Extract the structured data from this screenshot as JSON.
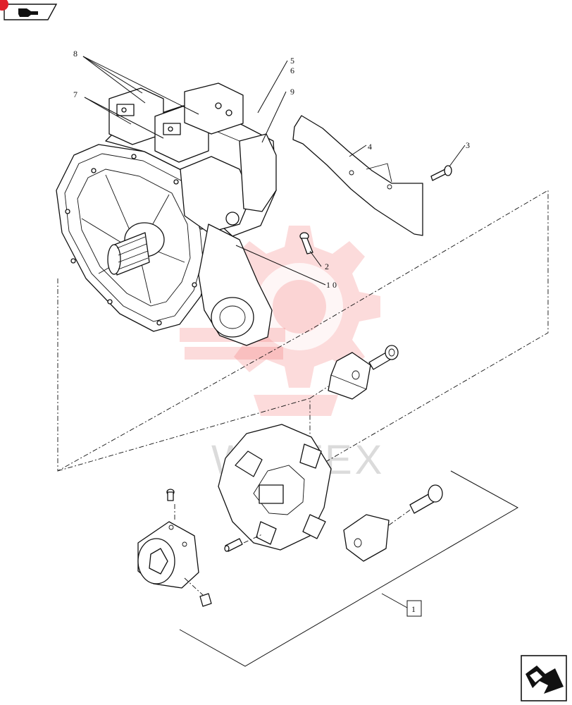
{
  "header": {
    "nav_icon": "hand-pointer-icon",
    "badge_color": "#e0202a"
  },
  "callouts": {
    "c1": "1",
    "c2": "2",
    "c3": "3",
    "c4": "4",
    "c5": "5",
    "c6": "6",
    "c7": "7",
    "c8": "8",
    "c9": "9",
    "c10": "10"
  },
  "watermark": {
    "text": "WEITEX",
    "logo_icon": "gear-logo-icon",
    "color": "#f25a5a"
  },
  "footer": {
    "nav_icon": "next-page-arrow-icon"
  }
}
